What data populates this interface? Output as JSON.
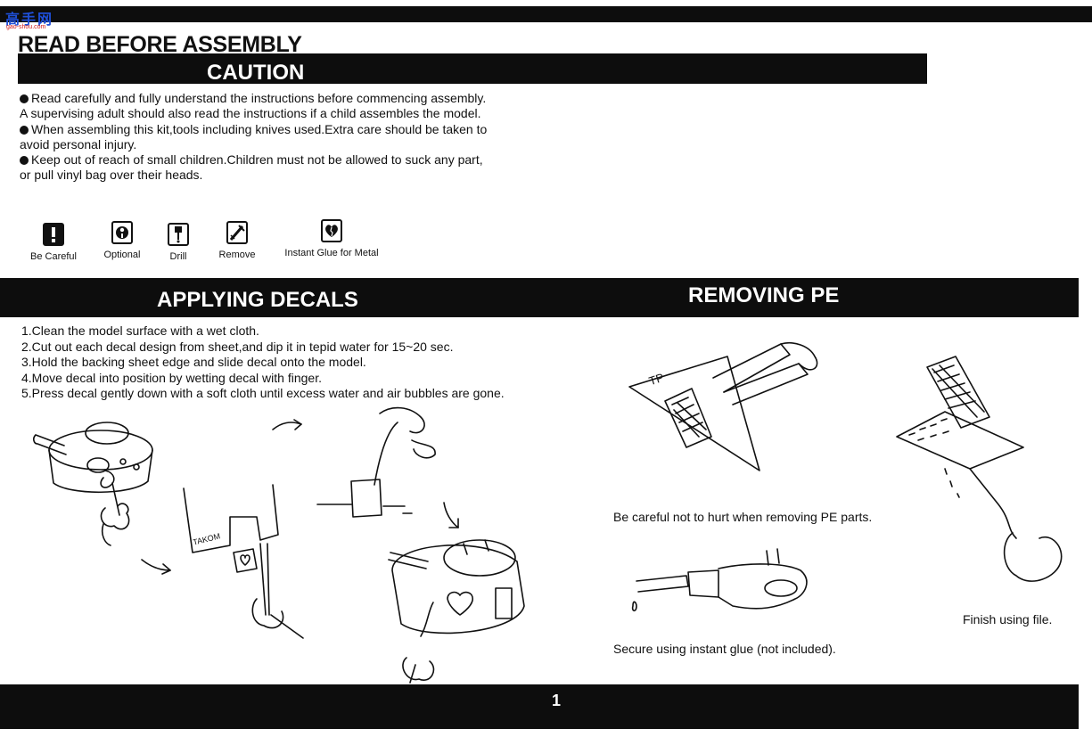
{
  "logo": {
    "text": "高手网",
    "sub": "gao-shou.com"
  },
  "header": {
    "title": "READ BEFORE ASSEMBLY"
  },
  "caution": {
    "title": "CAUTION",
    "lines": [
      "Read carefully and fully understand the instructions before commencing assembly.",
      "A supervising adult should also read the instructions if a child assembles the model.",
      "When assembling this kit,tools including knives used.Extra care should be taken to",
      "avoid personal injury.",
      "Keep out of reach of small children.Children must not be allowed to suck any part,",
      "or pull vinyl bag over their heads."
    ]
  },
  "legend": {
    "items": [
      {
        "icon": "exclamation-icon",
        "label": "Be Careful"
      },
      {
        "icon": "optional-icon",
        "label": "Optional"
      },
      {
        "icon": "drill-icon",
        "label": "Drill"
      },
      {
        "icon": "remove-icon",
        "label": "Remove"
      },
      {
        "icon": "glue-heart-icon",
        "label": "Instant Glue for Metal"
      }
    ]
  },
  "decals": {
    "title": "APPLYING DECALS",
    "steps": [
      "1.Clean the model surface with a wet cloth.",
      "2.Cut out each decal design from sheet,and dip it in tepid water for 15~20 sec.",
      "3.Hold the backing sheet edge and slide decal onto the model.",
      "4.Move decal into position by wetting decal with finger.",
      "5.Press decal gently down with a soft cloth until excess water and air bubbles are gone."
    ],
    "sheet_label": "TAKOM"
  },
  "pe": {
    "title": "REMOVING PE",
    "fret_label": "TP",
    "caption_careful": "Be careful not to hurt when removing PE parts.",
    "caption_glue": "Secure using instant glue (not included).",
    "caption_file": "Finish using file."
  },
  "footer": {
    "page_number": "1"
  }
}
